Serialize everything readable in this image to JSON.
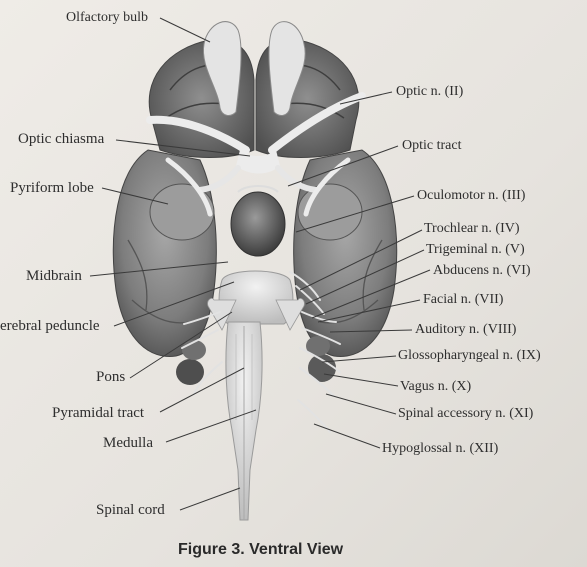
{
  "labels": {
    "olfactory_bulb": "Olfactory bulb",
    "optic_chiasma": "Optic chiasma",
    "pyriform_lobe": "Pyriform lobe",
    "midbrain": "Midbrain",
    "cerebral_peduncle": "Cerebral peduncle",
    "pons": "Pons",
    "pyramidal_tract": "Pyramidal tract",
    "medulla": "Medulla",
    "spinal_cord": "Spinal cord",
    "optic_n": "Optic n. (II)",
    "optic_tract": "Optic tract",
    "oculomotor_n": "Oculomotor n. (III)",
    "trochlear_n": "Trochlear n. (IV)",
    "trigeminal_n": "Trigeminal n. (V)",
    "abducens_n": "Abducens n. (VI)",
    "facial_n": "Facial n. (VII)",
    "auditory_n": "Auditory n. (VIII)",
    "glossopharyngeal_n": "Glossopharyngeal n. (IX)",
    "vagus_n": "Vagus n. (X)",
    "spinal_accessory_n": "Spinal accessory n. (XI)",
    "hypoglossal_n": "Hypoglossal n. (XII)"
  },
  "caption": "Figure 3. Ventral View",
  "colors": {
    "tissue_dark": "#5e5e5e",
    "tissue_mid": "#8a8a8a",
    "nerve_light": "#e9e9e9",
    "leader_line": "#3a3a3a"
  }
}
